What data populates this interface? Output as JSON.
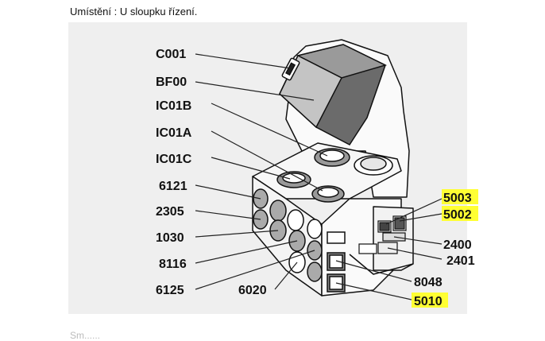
{
  "caption": "Umístění : U sloupku řízení.",
  "labels": {
    "c001": "C001",
    "bf00": "BF00",
    "ic01b": "IC01B",
    "ic01a": "IC01A",
    "ic01c": "IC01C",
    "l6121": "6121",
    "l2305": "2305",
    "l1030": "1030",
    "l8116": "8116",
    "l6125": "6125",
    "l6020": "6020",
    "l5003": "5003",
    "l5002": "5002",
    "l2400": "2400",
    "l2401": "2401",
    "l8048": "8048",
    "l5010": "5010"
  },
  "highlight_color": "#ffff33",
  "footer_text": "Sm......"
}
